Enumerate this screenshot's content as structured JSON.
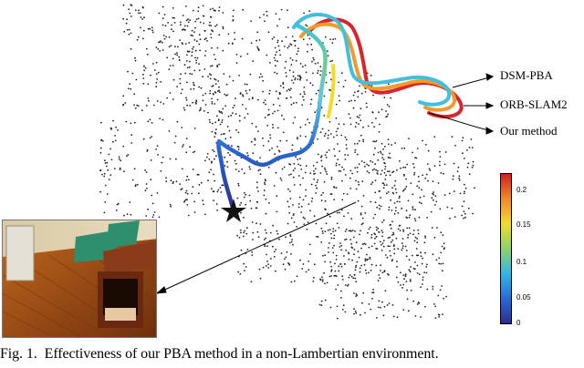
{
  "figure": {
    "method_labels": [
      "DSM-PBA",
      "ORB-SLAM2",
      "Our method"
    ],
    "colorbar": {
      "ticks": [
        "0.2",
        "0.15",
        "0.1",
        "0.05",
        "0"
      ],
      "colors": [
        "#2b2d8f",
        "#2a6ad6",
        "#32b7e8",
        "#8ed36a",
        "#f2dc2b",
        "#f08a2c",
        "#cf1f1f"
      ]
    },
    "trajectory_colors": {
      "orb_slam2": "#e02a28",
      "dsm_pba": "#f39a2c",
      "ours": "#3fc0df"
    }
  },
  "caption": {
    "number": "Fig. 1.",
    "text": "Effectiveness of our PBA method in a non-Lambertian environment."
  }
}
